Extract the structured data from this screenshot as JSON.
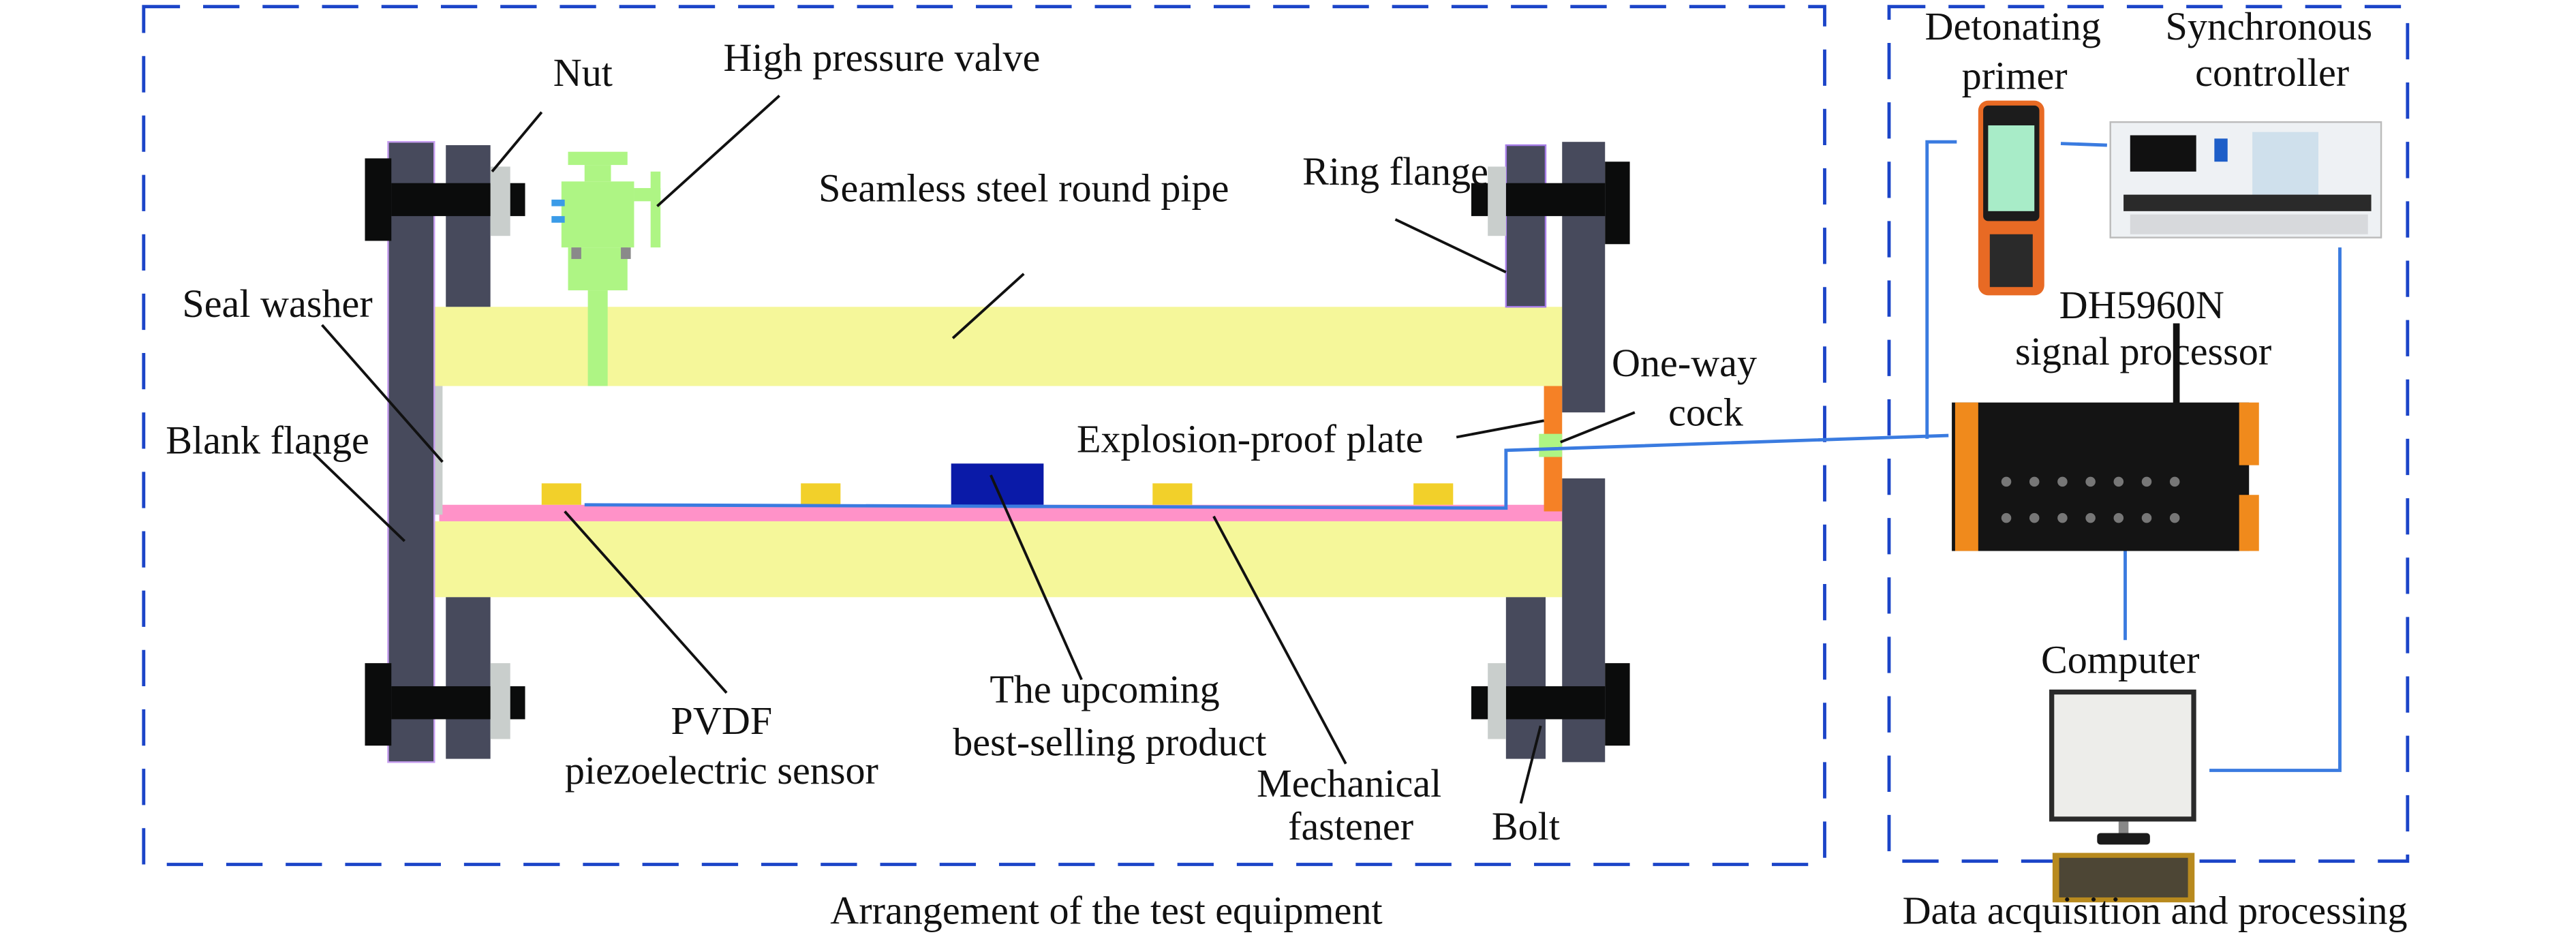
{
  "colors": {
    "dashed_border": "#1b44c8",
    "pipe": "#f5f79a",
    "flange": "#474a5c",
    "bolt": "#0b0c0c",
    "nut": "#c9cecc",
    "valve": "#aef584",
    "sensor": "#f2d02a",
    "product": "#0a1aa8",
    "fastener_strip": "#ff92c8",
    "explosion_plate": "#f58126",
    "wire": "#3a7be0"
  },
  "labels": {
    "nut": "Nut",
    "high_pressure_valve": "High pressure valve",
    "seamless_pipe": "Seamless steel round pipe",
    "ring_flange": "Ring flange",
    "seal_washer": "Seal washer",
    "blank_flange": "Blank flange",
    "one_way_cock_1": "One-way",
    "one_way_cock_2": "cock",
    "explosion_proof_plate": "Explosion-proof plate",
    "pvdf_1": "PVDF",
    "pvdf_2": "piezoelectric sensor",
    "product_1": "The upcoming",
    "product_2": "best-selling product",
    "fastener_1": "Mechanical",
    "fastener_2": "fastener",
    "bolt": "Bolt",
    "detonating_1": "Detonating",
    "detonating_2": "primer",
    "sync_1": "Synchronous",
    "sync_2": "controller",
    "dh_1": "DH5960N",
    "dh_2": "signal processor",
    "computer": "Computer"
  },
  "captions": {
    "left": "Arrangement of the test equipment",
    "right": "Data acquisition and processing"
  }
}
